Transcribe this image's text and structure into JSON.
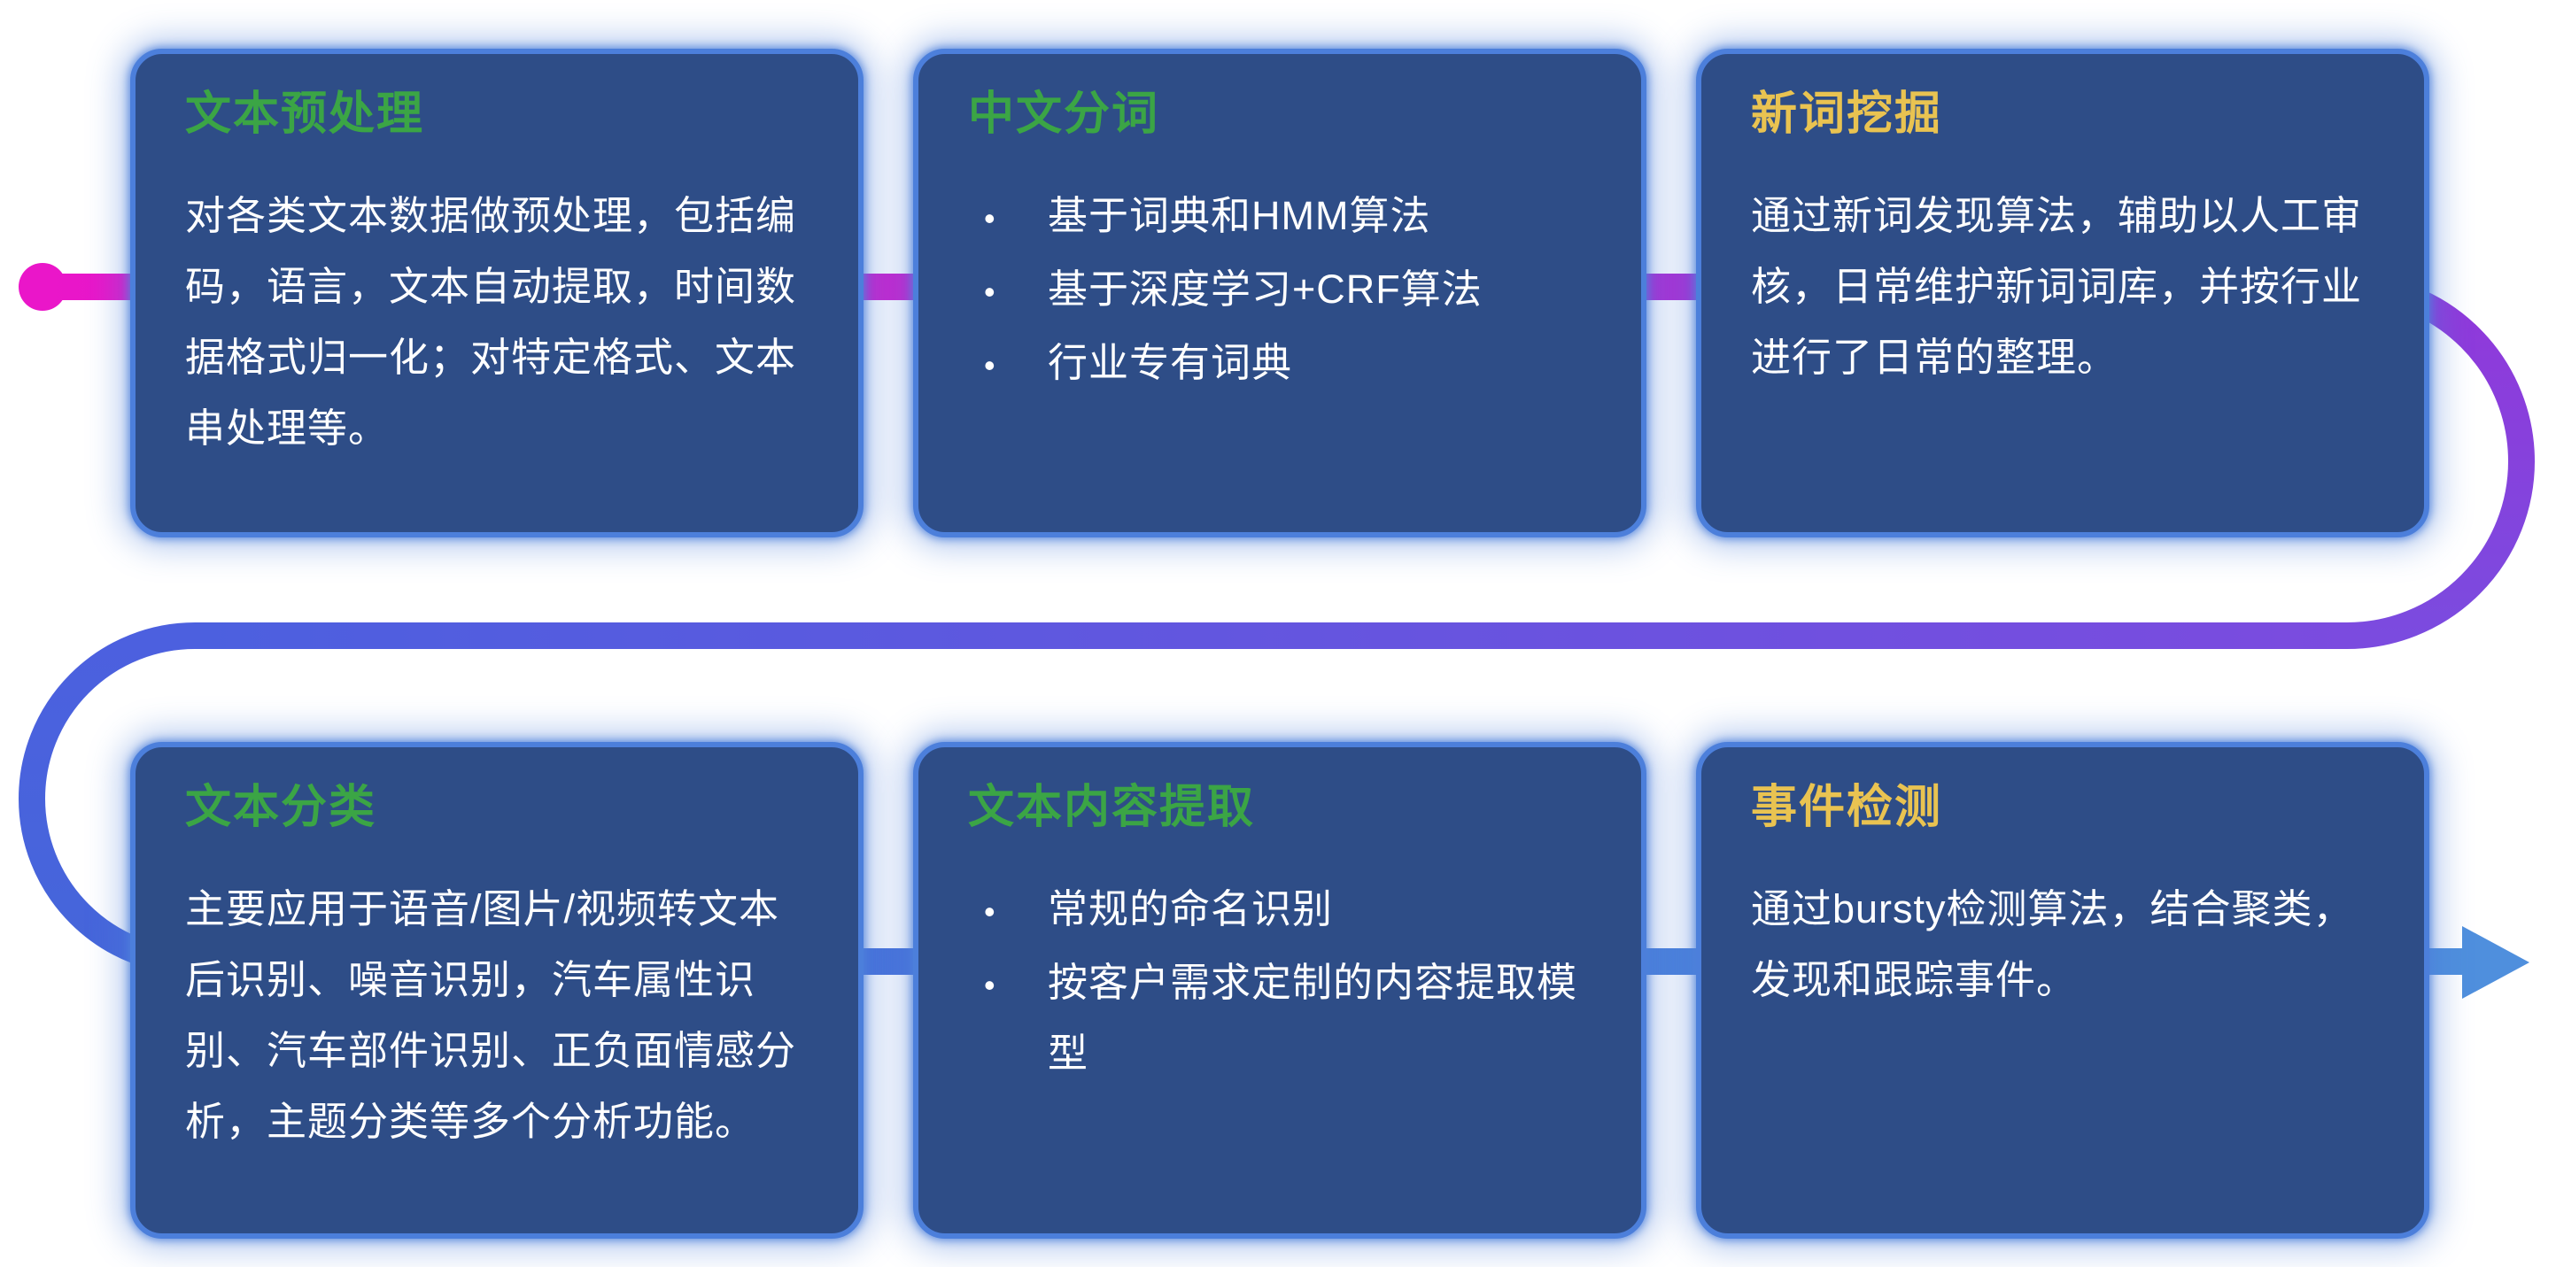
{
  "bullet_char": "•",
  "colors": {
    "background": "#ffffff",
    "card_background": "#2e4d87",
    "card_border": "#4c7fdb",
    "title_green": "#3ba545",
    "title_yellow": "#e9c351",
    "body_text": "#ffffff",
    "flow_start_magenta": "#ea16c9",
    "flow_mid_purple": "#7b4bdf",
    "flow_end_blue": "#4f8fdd"
  },
  "flow": {
    "start_marker": "circle",
    "end_marker": "right-arrow"
  },
  "cards": [
    {
      "title": "文本预处理",
      "title_color": "green",
      "body": "对各类文本数据做预处理，包括编码，语言，文本自动提取，时间数据格式归一化；对特定格式、文本串处理等。",
      "bullets": []
    },
    {
      "title": "中文分词",
      "title_color": "green",
      "body": "",
      "bullets": [
        "基于词典和HMM算法",
        "基于深度学习+CRF算法",
        "行业专有词典"
      ]
    },
    {
      "title": "新词挖掘",
      "title_color": "yellow",
      "body": "通过新词发现算法，辅助以人工审核，日常维护新词词库，并按行业进行了日常的整理。",
      "bullets": []
    },
    {
      "title": "文本分类",
      "title_color": "green",
      "body": "主要应用于语音/图片/视频转文本后识别、噪音识别，汽车属性识别、汽车部件识别、正负面情感分析，主题分类等多个分析功能。",
      "bullets": []
    },
    {
      "title": "文本内容提取",
      "title_color": "green",
      "body": "",
      "bullets": [
        "常规的命名识别",
        "按客户需求定制的内容提取模型"
      ]
    },
    {
      "title": "事件检测",
      "title_color": "yellow",
      "body": "通过bursty检测算法，结合聚类，发现和跟踪事件。",
      "bullets": []
    }
  ]
}
